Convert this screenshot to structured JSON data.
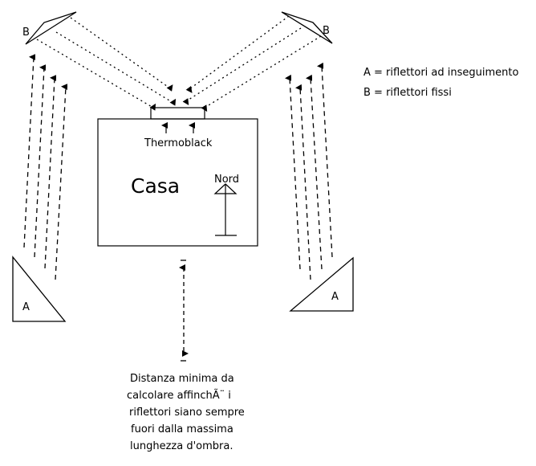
{
  "diagram": {
    "house_label": "Casa",
    "collector_label": "Thermoblack",
    "north_label": "Nord",
    "fixed_reflector_left_label": "B",
    "fixed_reflector_right_label": "B",
    "tracking_reflector_left_label": "A",
    "tracking_reflector_right_label": "A",
    "legend": [
      {
        "text": "A = riflettori ad inseguimento"
      },
      {
        "text": "B = riflettori fissi"
      }
    ],
    "distance_note": [
      "Distanza minima da",
      "calcolare affinchÃ¨ i",
      "riflettori siano sempre",
      "fuori dalla massima",
      "lunghezza d'ombra."
    ]
  }
}
